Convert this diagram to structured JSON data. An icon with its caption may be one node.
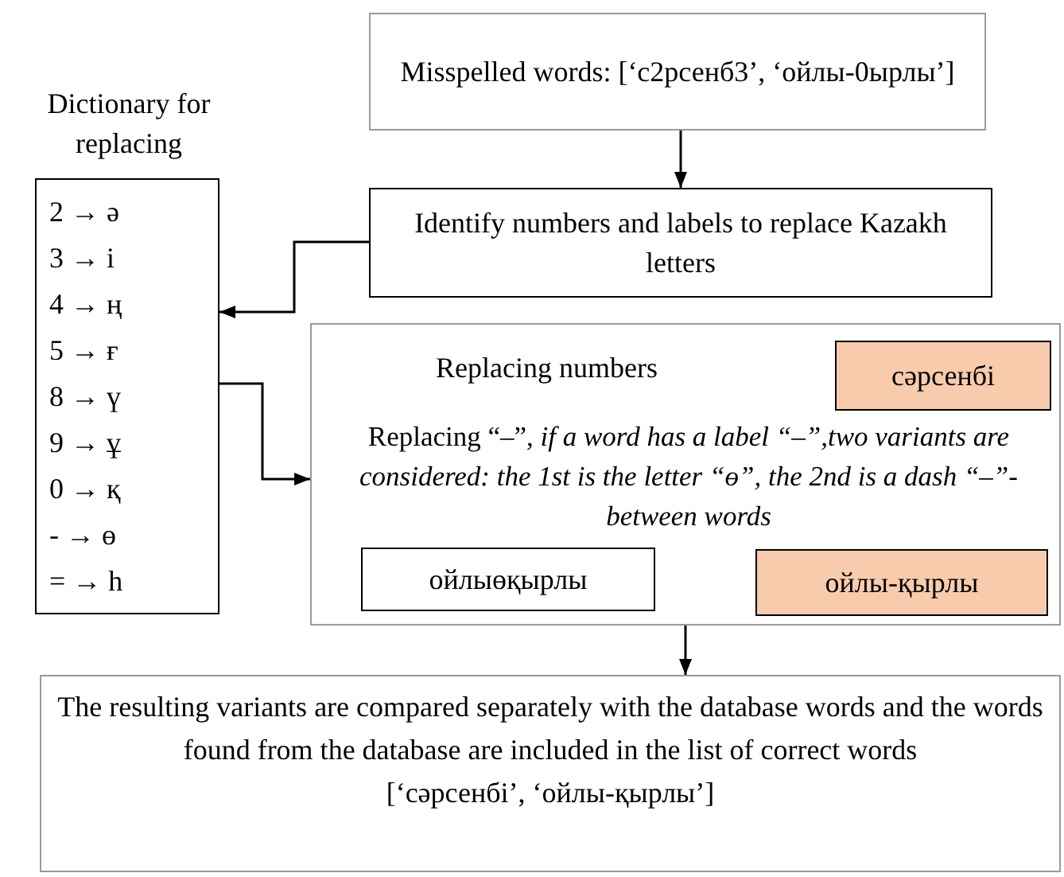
{
  "diagram": {
    "nodes": [
      {
        "text": [
          "Misspelled words: [‘с2рсенб3’, ‘ойлы-0ырлы’]"
        ]
      },
      {
        "text": [
          "Identify numbers and labels to replace Kazakh letters"
        ]
      },
      {
        "text": [
          "Dictionary for replacing",
          "2 → ә",
          "3 → і",
          "4 → ң",
          "5 → ғ",
          "8 → ү",
          "9 → ұ",
          "0 → қ",
          "- → ө",
          "= → һ"
        ]
      },
      {
        "text": [
          "Replacing numbers",
          "Replacing “–”, *if a word has a label “–”,two variants are considered: the 1st is the letter “ө”, the 2nd is a dash “–”-between words*"
        ]
      },
      {
        "text": [
          "сәрсенбі"
        ],
        "in": 3
      },
      {
        "text": [
          "ойлыөқырлы"
        ],
        "in": 3
      },
      {
        "text": [
          "ойлы-қырлы"
        ],
        "in": 3
      },
      {
        "text": [
          "The resulting variants are compared separately with the database words and the words found from the database are included in the list of correct words",
          "[‘сәрсенбі’, ‘ойлы-қырлы’]"
        ]
      }
    ],
    "edges": [
      {
        "from": 0,
        "to": 1,
        "arrow": "to"
      },
      {
        "from": 1,
        "to": 2,
        "arrow": "to"
      },
      {
        "from": 2,
        "to": 3,
        "arrow": "to"
      },
      {
        "from": 3,
        "to": 7,
        "arrow": "to"
      }
    ]
  }
}
